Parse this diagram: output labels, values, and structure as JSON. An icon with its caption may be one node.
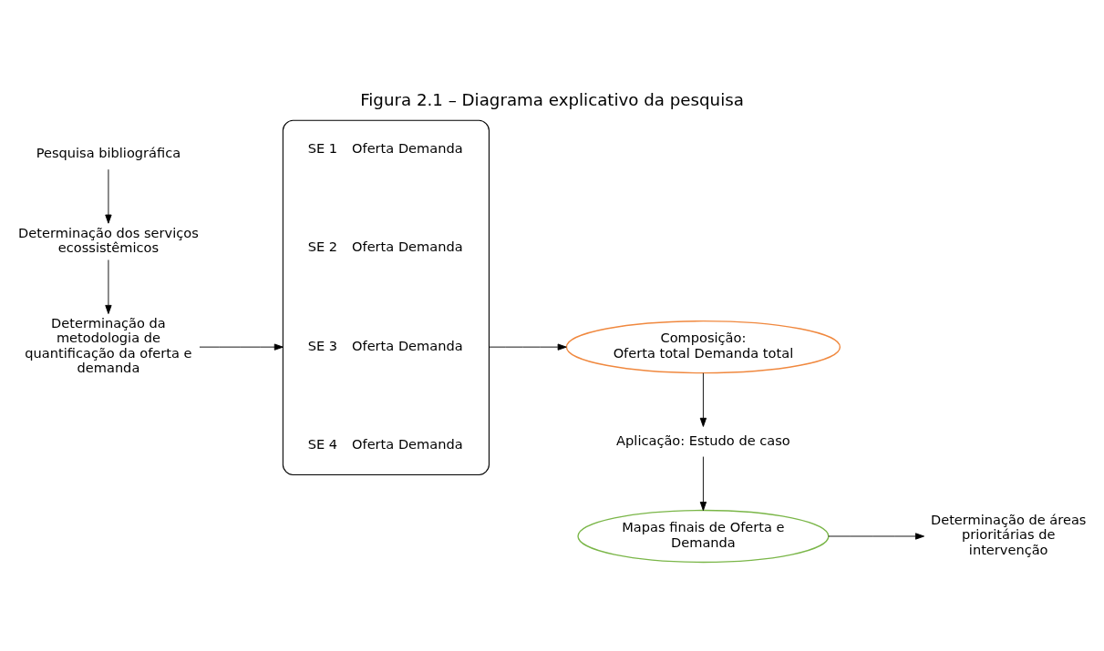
{
  "diagram": {
    "title": "Figura 2.1 – Diagrama explicativo da pesquisa",
    "nodes": [
      {
        "text": [
          "Pesquisa bibliográfica"
        ]
      },
      {
        "text": [
          "Determinação dos serviços ecossistêmicos"
        ]
      },
      {
        "text": [
          "Determinação da metodologia de quantificação da oferta e demanda"
        ]
      },
      {
        "text": [],
        "shape": "brace"
      },
      {
        "text": [
          "SE 1"
        ],
        "beside": [
          "Oferta Demanda"
        ],
        "in": 3
      },
      {
        "text": [
          "SE 2"
        ],
        "beside": [
          "Oferta Demanda"
        ],
        "in": 3
      },
      {
        "text": [
          "SE 3"
        ],
        "beside": [
          "Oferta Demanda"
        ],
        "in": 3
      },
      {
        "text": [
          "SE 4"
        ],
        "beside": [
          "Oferta Demanda"
        ],
        "in": 3
      },
      {
        "text": [
          "Composição:",
          "Oferta total Demanda total"
        ]
      },
      {
        "text": [
          "Aplicação: Estudo de caso"
        ]
      },
      {
        "text": [
          "Mapas finais de Oferta e Demanda"
        ]
      },
      {
        "text": [
          "Determinação de áreas prioritárias de intervenção"
        ]
      }
    ],
    "edges": [
      {
        "from": 0,
        "to": 1,
        "arrow": "to"
      },
      {
        "from": 1,
        "to": 2,
        "arrow": "to"
      },
      {
        "from": 2,
        "to": 3,
        "arrow": "to"
      },
      {
        "from": 3,
        "to": 8,
        "arrow": "to"
      },
      {
        "from": 8,
        "to": 9,
        "arrow": "to"
      },
      {
        "from": 9,
        "to": 10,
        "arrow": "to"
      },
      {
        "from": 10,
        "to": 11,
        "arrow": "to"
      }
    ]
  }
}
